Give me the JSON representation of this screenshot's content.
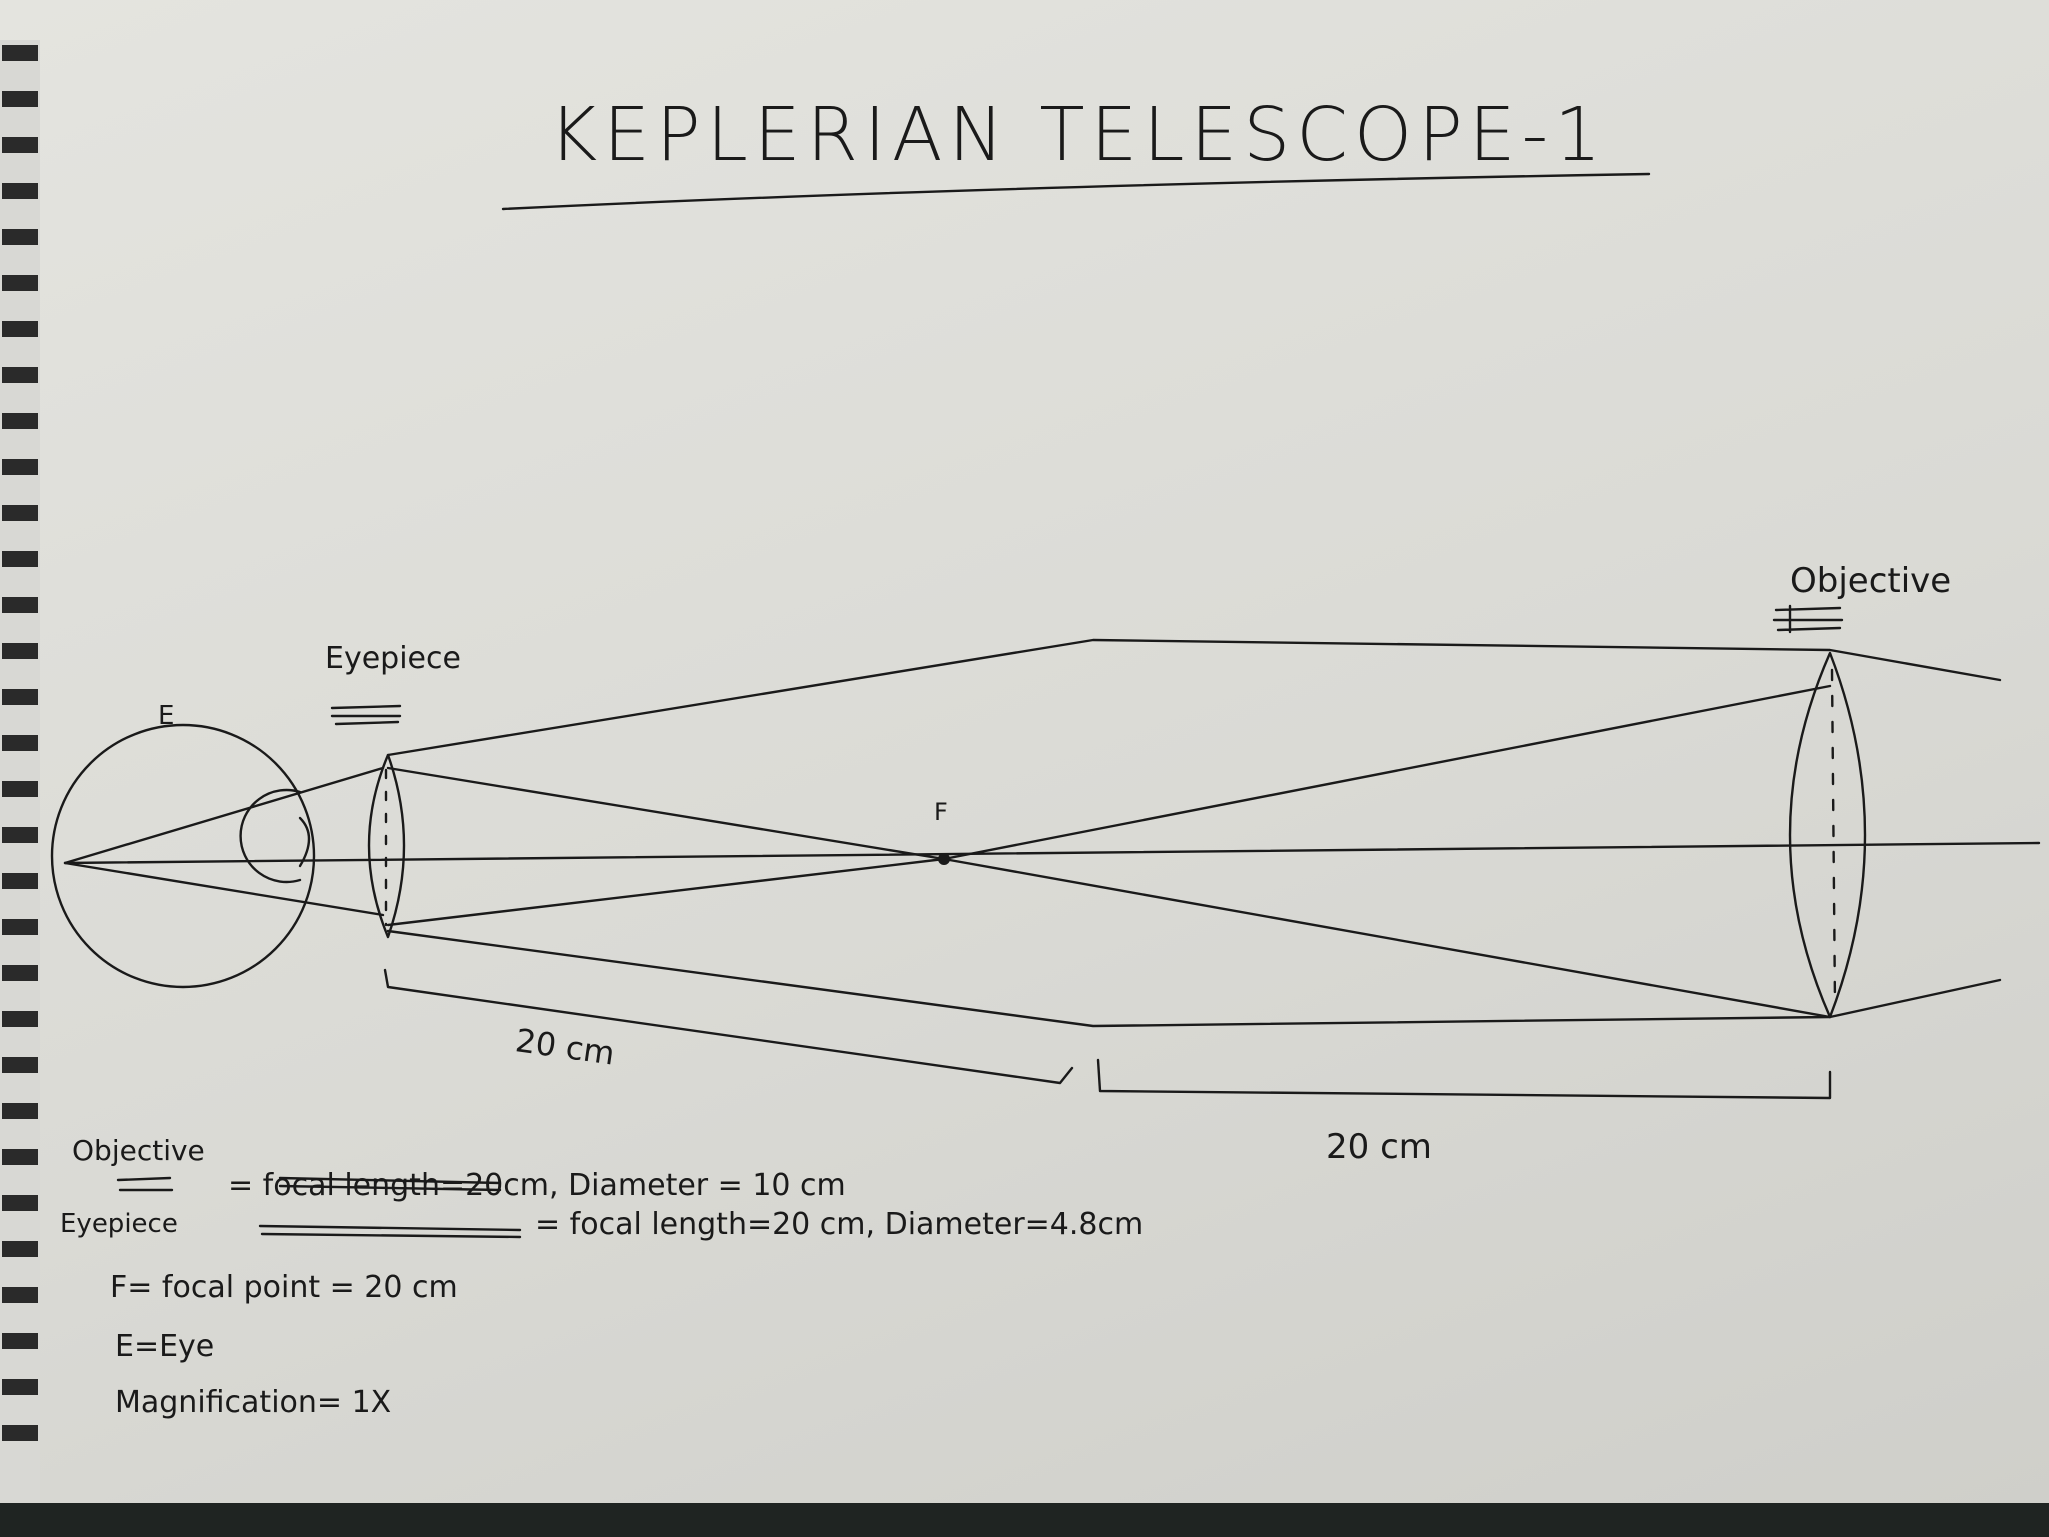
{
  "title": "KEPLERIAN TELESCOPE-1",
  "labels": {
    "eye": "E",
    "eyepiece": "Eyepiece",
    "objective": "Objective",
    "focal_point": "F",
    "distance_left": "20 cm",
    "distance_right": "20 cm"
  },
  "legend": {
    "objective_heading": "Objective",
    "objective_line": "= focal length=20cm, Diameter = 10 cm",
    "eyepiece_heading": "Eyepiece",
    "eyepiece_line": "= focal length=20 cm, Diameter=4.8cm",
    "focal_point_line": "F= focal point = 20 cm",
    "eye_line": "E=Eye",
    "magnification_line": "Magnification= 1X"
  },
  "colors": {
    "ink": "#1a1a1a",
    "paper": "#dcdcd7"
  }
}
